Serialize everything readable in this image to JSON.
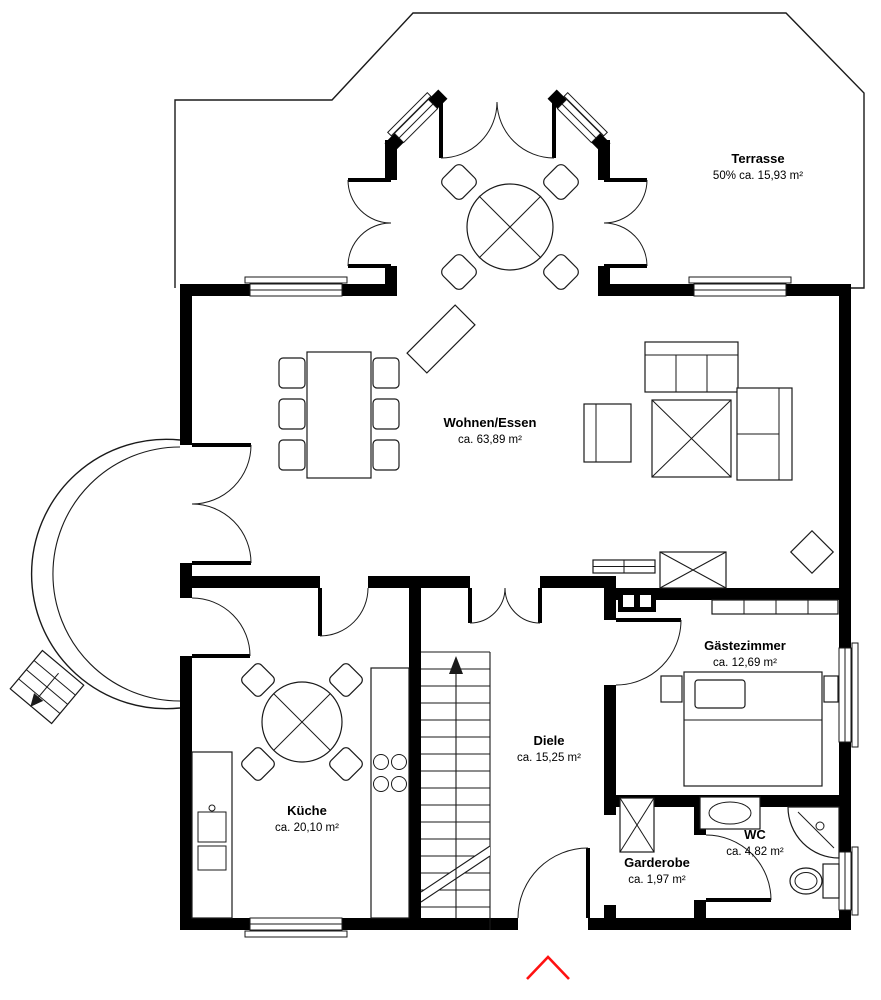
{
  "plan": {
    "rooms": {
      "terrasse": {
        "name": "Terrasse",
        "area": "50% ca. 15,93 m²"
      },
      "wohnen_essen": {
        "name": "Wohnen/Essen",
        "area": "ca. 63,89 m²"
      },
      "gaestezimmer": {
        "name": "Gästezimmer",
        "area": "ca. 12,69 m²"
      },
      "diele": {
        "name": "Diele",
        "area": "ca. 15,25 m²"
      },
      "kueche": {
        "name": "Küche",
        "area": "ca. 20,10 m²"
      },
      "garderobe": {
        "name": "Garderobe",
        "area": "ca. 1,97 m²"
      },
      "wc": {
        "name": "WC",
        "area": "ca. 4,82 m²"
      }
    },
    "colors": {
      "wall": "#000000",
      "line": "#1a1a1a",
      "entrance_marker": "#ff1111",
      "background": "#ffffff"
    }
  }
}
